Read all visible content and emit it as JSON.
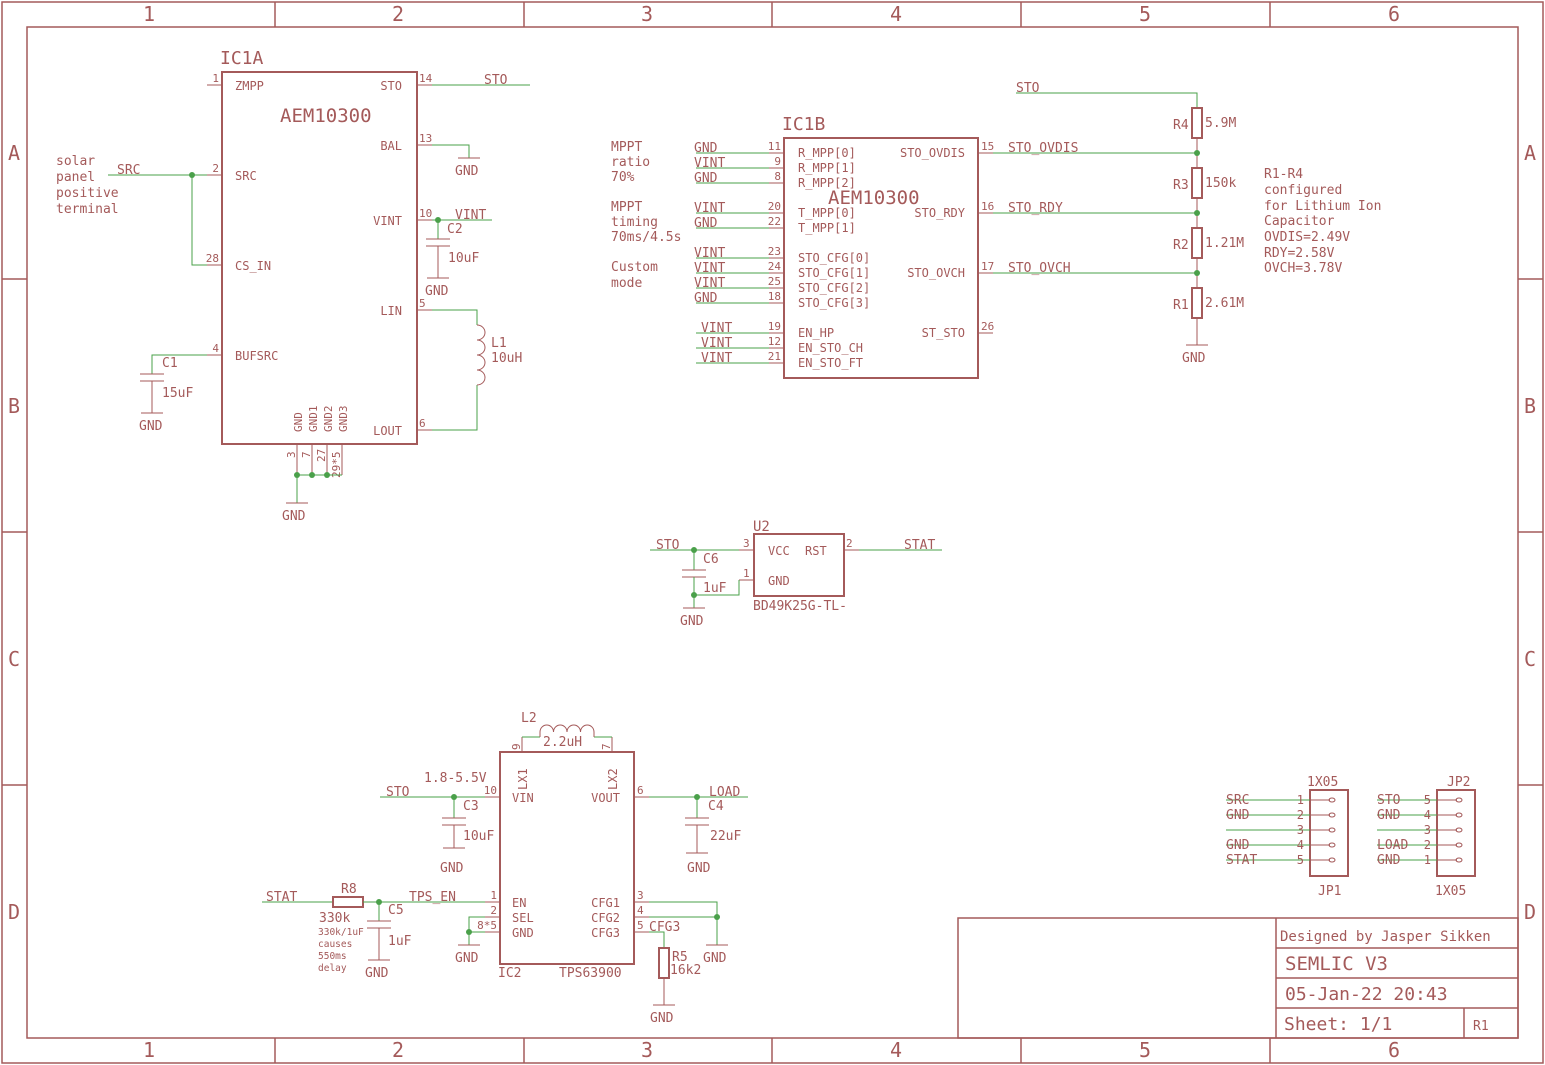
{
  "grid": {
    "cols": [
      "1",
      "2",
      "3",
      "4",
      "5",
      "6"
    ],
    "rows": [
      "A",
      "B",
      "C",
      "D"
    ]
  },
  "title_block": {
    "designed_by": "Designed by Jasper Sikken",
    "title": "SEMLIC V3",
    "date": "05-Jan-22 20:43",
    "sheet": "Sheet: 1/1",
    "revision": "R1"
  },
  "ic1a": {
    "ref": "IC1A",
    "value": "AEM10300",
    "pins_left": [
      {
        "num": "1",
        "name": "ZMPP"
      },
      {
        "num": "2",
        "name": "SRC"
      },
      {
        "num": "28",
        "name": "CS_IN"
      },
      {
        "num": "4",
        "name": "BUFSRC"
      }
    ],
    "pins_right": [
      {
        "num": "14",
        "name": "STO"
      },
      {
        "num": "13",
        "name": "BAL"
      },
      {
        "num": "10",
        "name": "VINT"
      },
      {
        "num": "5",
        "name": "LIN"
      },
      {
        "num": "6",
        "name": "LOUT"
      }
    ],
    "pins_bottom": [
      {
        "num": "3",
        "name": "GND"
      },
      {
        "num": "7",
        "name": "GND1"
      },
      {
        "num": "27",
        "name": "GND2"
      },
      {
        "num": "29*5",
        "name": "GND3"
      }
    ],
    "note": [
      "solar",
      "panel",
      "positive",
      "terminal"
    ],
    "nets": {
      "src": "SRC",
      "sto": "STO",
      "vint": "VINT",
      "gnd": "GND"
    },
    "c1": {
      "ref": "C1",
      "value": "15uF"
    },
    "c2": {
      "ref": "C2",
      "value": "10uF"
    },
    "l1": {
      "ref": "L1",
      "value": "10uH"
    }
  },
  "ic1b": {
    "ref": "IC1B",
    "value": "AEM10300",
    "pins_left": [
      {
        "num": "11",
        "name": "R_MPP[0]",
        "net": "GND"
      },
      {
        "num": "9",
        "name": "R_MPP[1]",
        "net": "VINT"
      },
      {
        "num": "8",
        "name": "R_MPP[2]",
        "net": "GND"
      },
      {
        "num": "20",
        "name": "T_MPP[0]",
        "net": "VINT"
      },
      {
        "num": "22",
        "name": "T_MPP[1]",
        "net": "GND"
      },
      {
        "num": "23",
        "name": "STO_CFG[0]",
        "net": "VINT"
      },
      {
        "num": "24",
        "name": "STO_CFG[1]",
        "net": "VINT"
      },
      {
        "num": "25",
        "name": "STO_CFG[2]",
        "net": "VINT"
      },
      {
        "num": "18",
        "name": "STO_CFG[3]",
        "net": "GND"
      },
      {
        "num": "19",
        "name": "EN_HP",
        "net": "VINT"
      },
      {
        "num": "12",
        "name": "EN_STO_CH",
        "net": "VINT"
      },
      {
        "num": "21",
        "name": "EN_STO_FT",
        "net": "VINT"
      }
    ],
    "pins_right": [
      {
        "num": "15",
        "name": "STO_OVDIS",
        "net": "STO_OVDIS"
      },
      {
        "num": "16",
        "name": "STO_RDY",
        "net": "STO_RDY"
      },
      {
        "num": "17",
        "name": "STO_OVCH",
        "net": "STO_OVCH"
      },
      {
        "num": "26",
        "name": "ST_STO",
        "net": ""
      }
    ],
    "notes": {
      "ratio": [
        "MPPT",
        "ratio",
        "70%"
      ],
      "timing": [
        "MPPT",
        "timing",
        "70ms/4.5s"
      ],
      "custom": [
        "Custom",
        "mode"
      ]
    }
  },
  "divider": {
    "net_top": "STO",
    "net_gnd": "GND",
    "resistors": [
      {
        "ref": "R4",
        "value": "5.9M"
      },
      {
        "ref": "R3",
        "value": "150k"
      },
      {
        "ref": "R2",
        "value": "1.21M"
      },
      {
        "ref": "R1",
        "value": "2.61M"
      }
    ],
    "note": [
      "R1-R4",
      "configured",
      "for Lithium Ion",
      "Capacitor",
      "OVDIS=2.49V",
      "RDY=2.58V",
      "OVCH=3.78V"
    ]
  },
  "u2": {
    "ref": "U2",
    "value": "BD49K25G-TL-",
    "pins": [
      {
        "num": "3",
        "name": "VCC"
      },
      {
        "num": "2",
        "name": "RST"
      },
      {
        "num": "1",
        "name": "GND"
      }
    ],
    "net_in": "STO",
    "net_out": "STAT",
    "net_gnd": "GND",
    "c6": {
      "ref": "C6",
      "value": "1uF"
    }
  },
  "ic2": {
    "ref": "IC2",
    "value": "TPS63900",
    "pins_left": [
      {
        "num": "10",
        "name": "VIN"
      },
      {
        "num": "1",
        "name": "EN"
      },
      {
        "num": "2",
        "name": "SEL"
      },
      {
        "num": "8*5",
        "name": "GND"
      }
    ],
    "pins_right": [
      {
        "num": "6",
        "name": "VOUT"
      },
      {
        "num": "3",
        "name": "CFG1"
      },
      {
        "num": "4",
        "name": "CFG2"
      },
      {
        "num": "5",
        "name": "CFG3"
      }
    ],
    "pins_top": [
      {
        "num": "9",
        "name": "LX1"
      },
      {
        "num": "7",
        "name": "LX2"
      }
    ],
    "range": "1.8-5.5V",
    "nets": {
      "sto": "STO",
      "load": "LOAD",
      "stat": "STAT",
      "tps_en": "TPS_EN",
      "cfg3": "CFG3",
      "gnd": "GND"
    },
    "l2": {
      "ref": "L2",
      "value": "2.2uH"
    },
    "c3": {
      "ref": "C3",
      "value": "10uF"
    },
    "c4": {
      "ref": "C4",
      "value": "22uF"
    },
    "c5": {
      "ref": "C5",
      "value": "1uF"
    },
    "r8": {
      "ref": "R8",
      "value": "330k"
    },
    "r5": {
      "ref": "R5",
      "value": "16k2"
    },
    "delay_note": [
      "330k/1uF",
      "causes",
      "550ms",
      "delay"
    ]
  },
  "jp1": {
    "ref": "JP1",
    "value": "1X05",
    "pins": [
      {
        "num": "1",
        "net": "SRC"
      },
      {
        "num": "2",
        "net": "GND"
      },
      {
        "num": "3",
        "net": ""
      },
      {
        "num": "4",
        "net": "GND"
      },
      {
        "num": "5",
        "net": "STAT"
      }
    ]
  },
  "jp2": {
    "ref": "JP2",
    "value": "1X05",
    "pins": [
      {
        "num": "5",
        "net": "STO"
      },
      {
        "num": "4",
        "net": "GND"
      },
      {
        "num": "3",
        "net": ""
      },
      {
        "num": "2",
        "net": "LOAD"
      },
      {
        "num": "1",
        "net": "GND"
      }
    ]
  }
}
